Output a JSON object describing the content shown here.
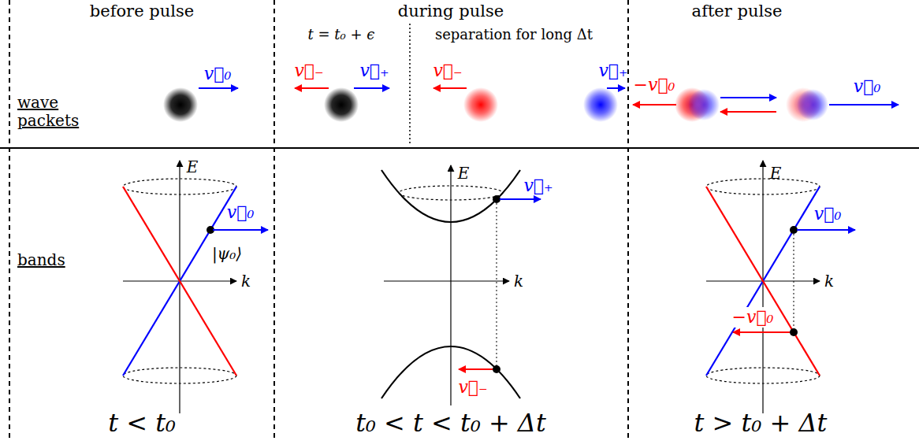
{
  "diagram": {
    "labels": [
      "before pulse",
      "during pulse",
      "after pulse",
      "wave packets",
      "v⃗₀",
      "t = t₀ + ϵ",
      "separation for long Δt",
      "v⃗₋",
      "v⃗₊",
      "v⃗₋",
      "v⃗₊",
      "−v⃗₀",
      "v⃗₀",
      "bands",
      "E",
      "k",
      "v⃗₀",
      "|ψ₀⟩",
      "E",
      "v⃗₊",
      "k",
      "v⃗₋",
      "E",
      "k",
      "v⃗₀",
      "−v⃗₀",
      "t < t₀",
      "t₀ < t < t₀ + Δt",
      "t > t₀ + Δt"
    ]
  }
}
